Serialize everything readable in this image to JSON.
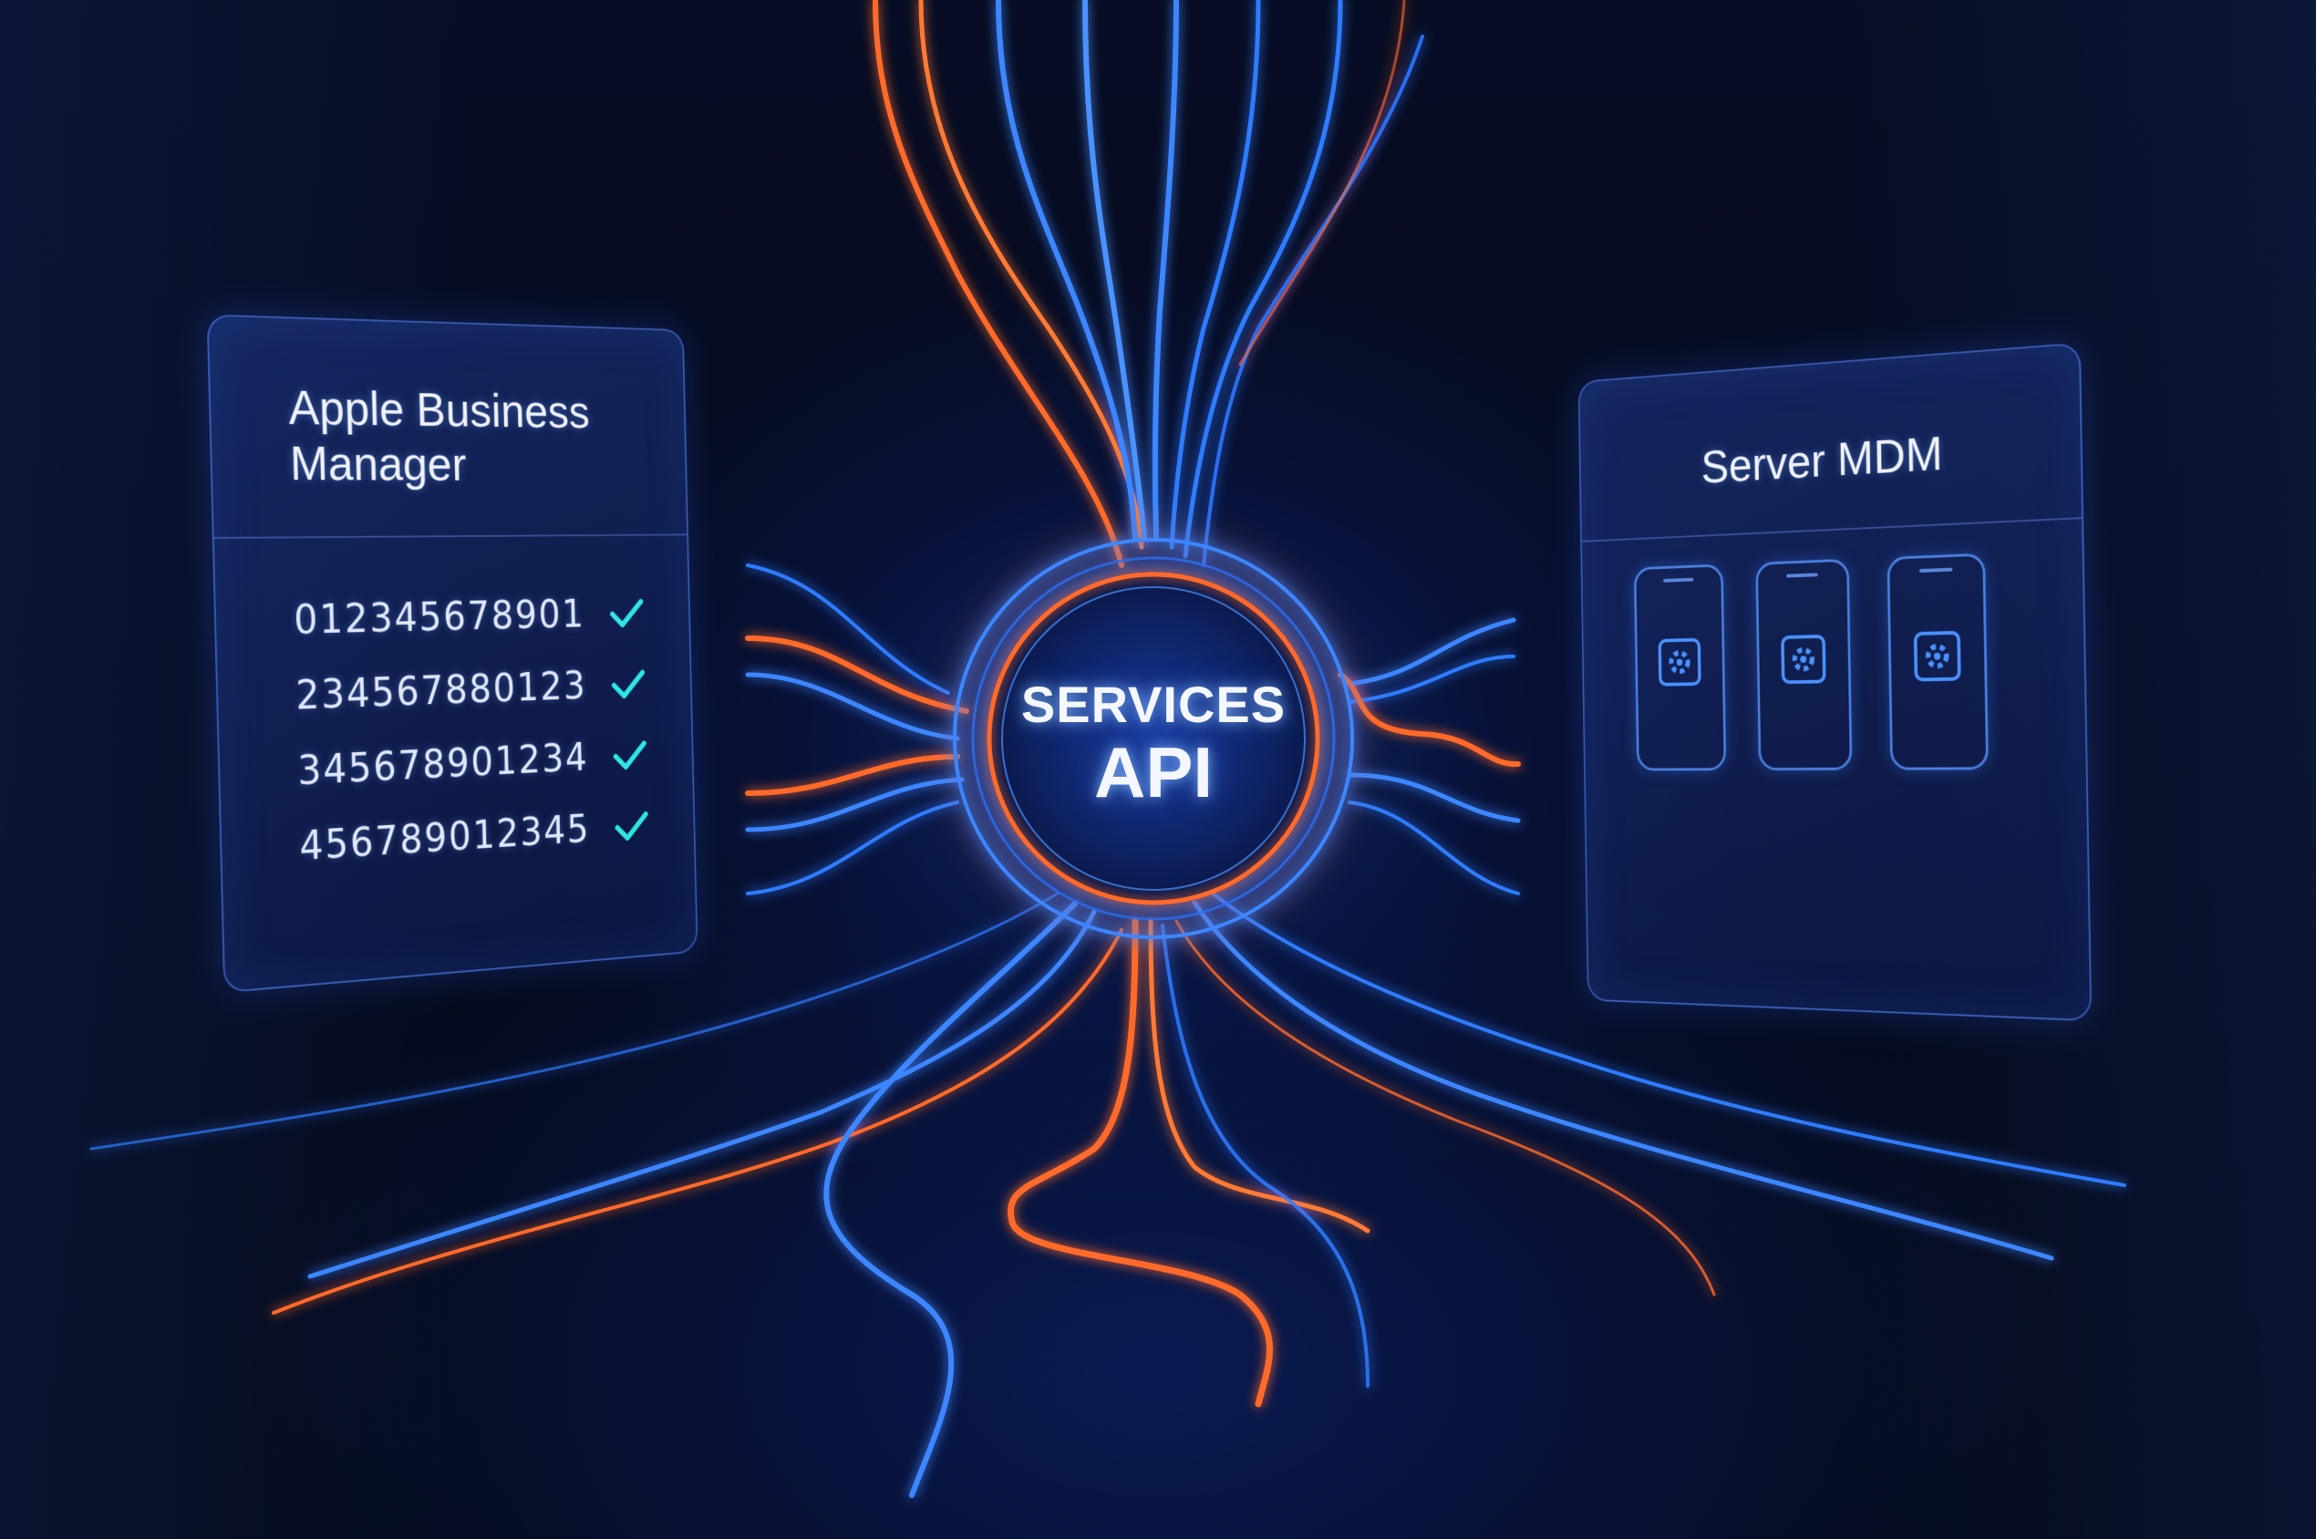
{
  "hub": {
    "line1": "SERVICES",
    "line2": "API"
  },
  "left_panel": {
    "title_line1": "Apple Business",
    "title_line2": "Manager",
    "serials": [
      "012345678901",
      "234567880123",
      "345678901234",
      "456789012345"
    ],
    "status_icon": "check-icon",
    "status_color": "#2ee6e6"
  },
  "right_panel": {
    "title": "Server MDM",
    "device_icon": "device-settings-icon",
    "device_count": 3
  },
  "colors": {
    "blue_wire": "#2f7bff",
    "orange_wire": "#ff6a2a",
    "panel_border": "#5a8cff",
    "background": "#050a1c"
  }
}
